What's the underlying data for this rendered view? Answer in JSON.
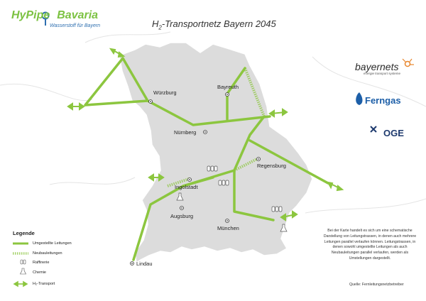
{
  "header": {
    "brand_hypipe": "HyPipe",
    "brand_bavaria": "Bavaria",
    "brand_subtitle": "Wasserstoff für Bayern",
    "title_prefix": "H",
    "title_sub": "2",
    "title_rest": "-Transportnetz Bayern 2045"
  },
  "cities": [
    {
      "name": "Würzburg"
    },
    {
      "name": "Bayreuth"
    },
    {
      "name": "Nürnberg"
    },
    {
      "name": "Regensburg"
    },
    {
      "name": "Ingolstadt"
    },
    {
      "name": "Augsburg"
    },
    {
      "name": "München"
    },
    {
      "name": "Lindau"
    }
  ],
  "legend": {
    "title": "Legende",
    "items": [
      {
        "label": "Umgestellte Leitungen"
      },
      {
        "label": "Neubauleitungen"
      },
      {
        "label": "Raffinerie"
      },
      {
        "label": "Chemie"
      },
      {
        "label": "H₂-Transport"
      }
    ]
  },
  "note": "Bei der Karte handelt es sich um eine schematische Darstellung von Leitungstrassen, in denen auch mehrere Leitungen parallel verlaufen können. Leitungstrassen, in denen sowohl umgestellte Leitungen als auch Neubauleitungen parallel verlaufen, werden als Umstellungen dargestellt.",
  "source": "Quelle: Fernleitungsnetzbetreiber",
  "logos": {
    "bayernets": "bayernets",
    "bayernets_sub": "energie transport systeme",
    "ferngas": "Ferngas",
    "oge": "OGE"
  },
  "colors": {
    "line_green": "#8cc63f",
    "new_line_green": "#c5e29a",
    "land_grey": "#dcdcdc",
    "brand_green": "#7cc242",
    "brand_blue": "#2e6fb0"
  }
}
